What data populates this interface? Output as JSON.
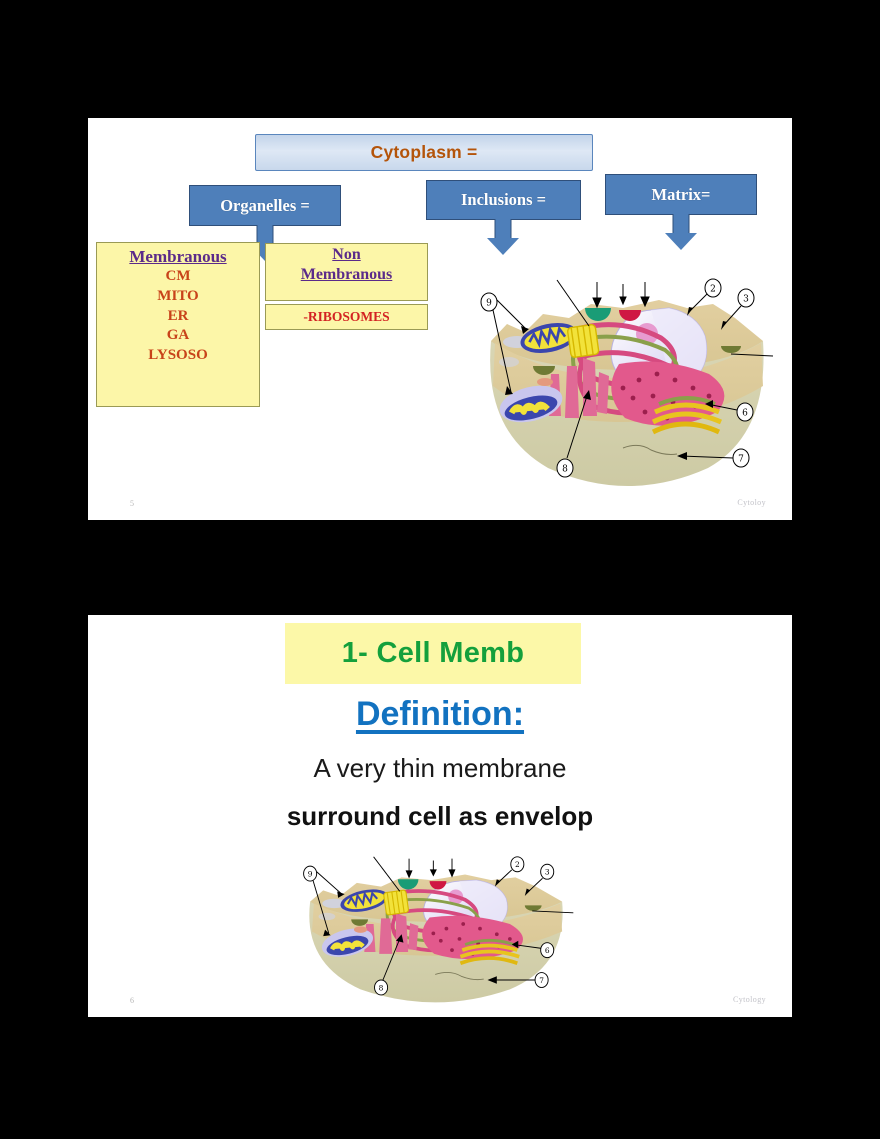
{
  "document": {
    "background_color": "#000000",
    "slide_background": "#ffffff"
  },
  "slides": [
    {
      "number": "5",
      "watermark": "Cytoloy",
      "header": {
        "label": "Cytoplasm =",
        "text_color": "#b4540a",
        "fill_color": "#d3e0f0",
        "border_color": "#5a86bd"
      },
      "branches": [
        {
          "label": "Organelles =",
          "fill_color": "#4e7fba",
          "text_color": "#ffffff",
          "arrow": "down-arrow"
        },
        {
          "label": "Inclusions  =",
          "fill_color": "#4e7fba",
          "text_color": "#ffffff",
          "arrow": "down-arrow"
        },
        {
          "label": "Matrix=",
          "fill_color": "#4e7fba",
          "text_color": "#ffffff",
          "arrow": "down-arrow"
        }
      ],
      "membranous_box": {
        "heading": "Membranous",
        "heading_color": "#5b2a8a",
        "item_color": "#c8431a",
        "fill_color": "#fcf6a8",
        "items": [
          "CM",
          "MITO",
          "ER",
          "GA",
          "LYSOSO"
        ]
      },
      "non_membranous_box": {
        "heading_line_1": "Non",
        "heading_line_2": "Membranous",
        "heading_color": "#5b2a8a",
        "fill_color": "#fcf6a8"
      },
      "ribosomes_box": {
        "label": "-RIBOSOMES",
        "text_color": "#d32222",
        "fill_color": "#fcf6a8"
      },
      "cell_diagram": {
        "alt": "cut-away animal cell illustration",
        "callouts": [
          "9",
          "2",
          "3",
          "6",
          "7",
          "8"
        ]
      }
    },
    {
      "number": "6",
      "watermark": "Cytology",
      "title": {
        "label": "1- Cell Memb",
        "text_color": "#14a03c",
        "highlight_color": "#fcf8a8"
      },
      "subtitle": {
        "label": "Definition:",
        "text_color": "#1272c0"
      },
      "body_lines": [
        "A very thin membrane",
        "surround cell as envelop"
      ],
      "cell_diagram": {
        "alt": "cut-away animal cell illustration",
        "callouts": [
          "9",
          "2",
          "3",
          "6",
          "7",
          "8"
        ]
      }
    }
  ]
}
